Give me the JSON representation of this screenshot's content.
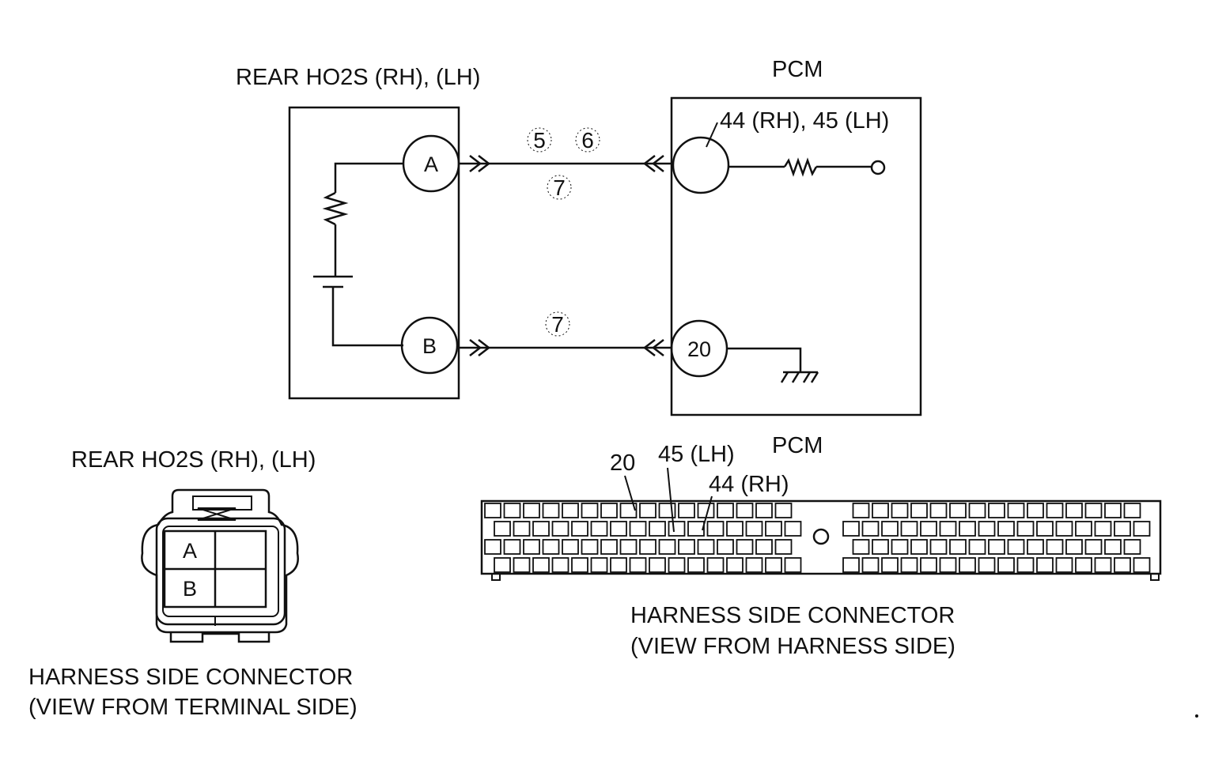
{
  "circuit": {
    "sensor_title": "REAR HO2S (RH), (LH)",
    "pcm_title": "PCM",
    "sensor_terminal_a": "A",
    "sensor_terminal_b": "B",
    "pcm_signal_terminal_label": "44 (RH), 45 (LH)",
    "pcm_ground_terminal": "20",
    "wire_a_markers": [
      "5",
      "6"
    ],
    "wire_a_marker_lower": "7",
    "wire_b_marker": "7"
  },
  "sensor_connector": {
    "title": "REAR HO2S (RH), (LH)",
    "cells": [
      "A",
      "",
      "B",
      ""
    ],
    "caption_line1": "HARNESS SIDE CONNECTOR",
    "caption_line2": "(VIEW FROM TERMINAL SIDE)"
  },
  "pcm_connector": {
    "title": "PCM",
    "pin_callouts": [
      "20",
      "45 (LH)",
      "44 (RH)"
    ],
    "caption_line1": "HARNESS SIDE CONNECTOR",
    "caption_line2": "(VIEW FROM HARNESS SIDE)"
  }
}
